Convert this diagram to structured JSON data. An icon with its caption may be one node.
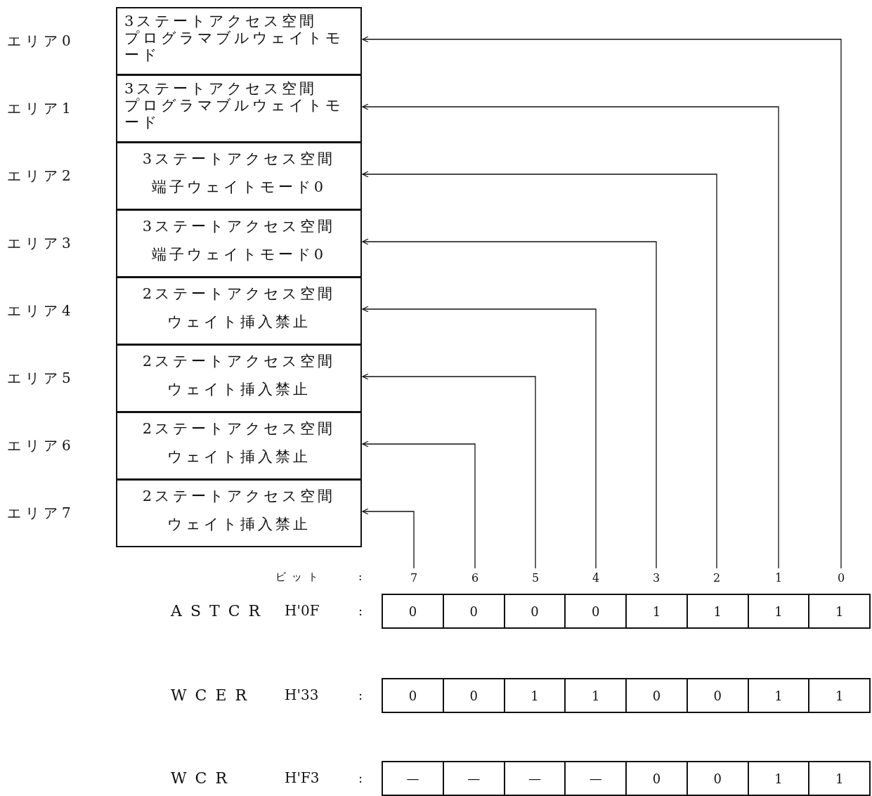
{
  "diagram": {
    "nodes": [
      {
        "text": [
          "3ステートアクセス空間",
          "プログラマブルウェイトモード"
        ],
        "beside": [
          "エリア0"
        ]
      },
      {
        "text": [
          "3ステートアクセス空間",
          "プログラマブルウェイトモード"
        ],
        "beside": [
          "エリア1"
        ]
      },
      {
        "text": [
          "3ステートアクセス空間",
          "端子ウェイトモード0"
        ],
        "beside": [
          "エリア2"
        ]
      },
      {
        "text": [
          "3ステートアクセス空間",
          "端子ウェイトモード0"
        ],
        "beside": [
          "エリア3"
        ]
      },
      {
        "text": [
          "2ステートアクセス空間",
          "ウェイト挿入禁止"
        ],
        "beside": [
          "エリア4"
        ]
      },
      {
        "text": [
          "2ステートアクセス空間",
          "ウェイト挿入禁止"
        ],
        "beside": [
          "エリア5"
        ]
      },
      {
        "text": [
          "2ステートアクセス空間",
          "ウェイト挿入禁止"
        ],
        "beside": [
          "エリア6"
        ]
      },
      {
        "text": [
          "2ステートアクセス空間",
          "ウェイト挿入禁止"
        ],
        "beside": [
          "エリア7"
        ]
      },
      {
        "text": [
          "7"
        ]
      },
      {
        "text": [
          "6"
        ]
      },
      {
        "text": [
          "5"
        ]
      },
      {
        "text": [
          "4"
        ]
      },
      {
        "text": [
          "3"
        ]
      },
      {
        "text": [
          "2"
        ]
      },
      {
        "text": [
          "1"
        ]
      },
      {
        "text": [
          "0"
        ]
      }
    ],
    "edges": [
      {
        "from": 8,
        "to": 7,
        "arrow": "to"
      },
      {
        "from": 9,
        "to": 6,
        "arrow": "to"
      },
      {
        "from": 10,
        "to": 5,
        "arrow": "to"
      },
      {
        "from": 11,
        "to": 4,
        "arrow": "to"
      },
      {
        "from": 12,
        "to": 3,
        "arrow": "to"
      },
      {
        "from": 13,
        "to": 2,
        "arrow": "to"
      },
      {
        "from": 14,
        "to": 1,
        "arrow": "to"
      },
      {
        "from": 15,
        "to": 0,
        "arrow": "to"
      }
    ],
    "labels": [
      "ビット",
      ":",
      "ASTCR",
      "H'0F",
      ":",
      "0",
      "0",
      "0",
      "0",
      "1",
      "1",
      "1",
      "1",
      "WCER",
      "H'33",
      ":",
      "0",
      "0",
      "1",
      "1",
      "0",
      "0",
      "1",
      "1",
      "WCR",
      "H'F3",
      ":",
      "—",
      "—",
      "—",
      "—",
      "0",
      "0",
      "1",
      "1"
    ]
  }
}
